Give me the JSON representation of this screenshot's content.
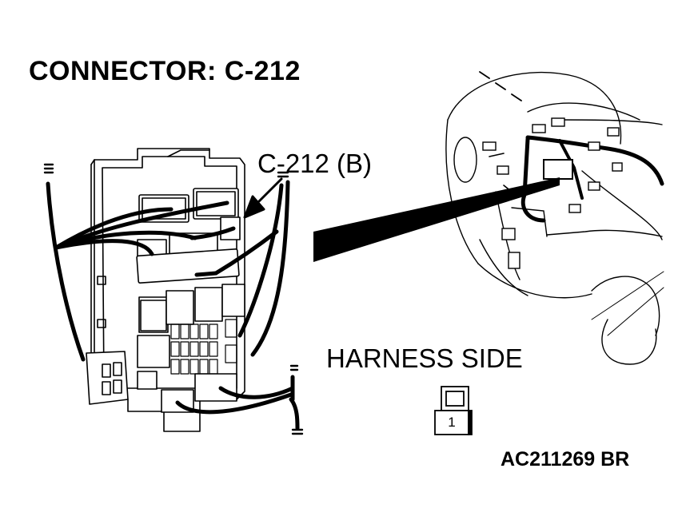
{
  "title": "CONNECTOR: C-212",
  "callout_label": "C-212 (B)",
  "harness_label": "HARNESS SIDE",
  "terminal_number": "1",
  "figure_code": "AC211269 BR"
}
